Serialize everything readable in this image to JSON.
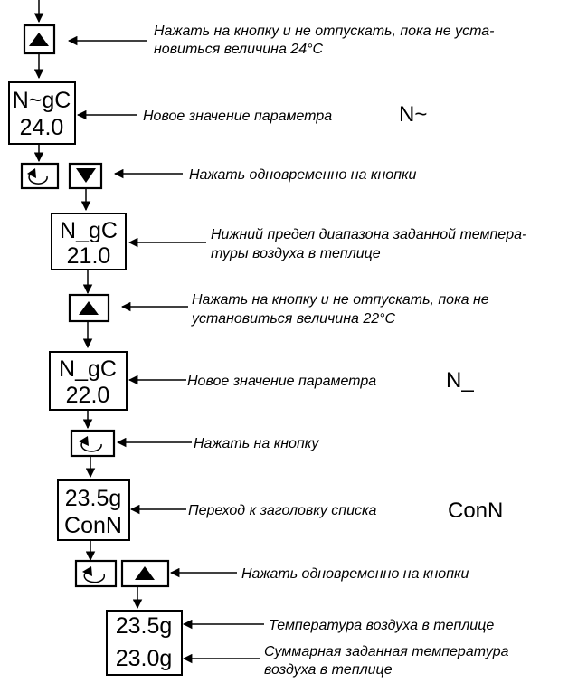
{
  "steps": [
    {
      "button": "up-icon",
      "note_lines": [
        "Нажать на кнопку и не отпускать, пока не уста-",
        "новиться величина 24°С"
      ]
    },
    {
      "display": [
        "N~gC",
        "24.0"
      ],
      "note_lines": [
        "Новое значение параметра"
      ],
      "param_code": "N~"
    },
    {
      "buttons": [
        "enter-icon",
        "down-icon"
      ],
      "note_lines": [
        "Нажать одновременно на кнопки"
      ]
    },
    {
      "display": [
        "N_gC",
        "21.0"
      ],
      "note_lines": [
        "Нижний предел диапазона заданной темпера-",
        "туры воздуха в теплице"
      ]
    },
    {
      "button": "up-icon",
      "note_lines": [
        "Нажать на кнопку и не отпускать, пока не",
        "установиться величина 22°С"
      ]
    },
    {
      "display": [
        "N_gC",
        "22.0"
      ],
      "note_lines": [
        "Новое значение параметра"
      ],
      "param_code": "N_"
    },
    {
      "button": "enter-icon",
      "note_lines": [
        "Нажать на кнопку"
      ]
    },
    {
      "display": [
        "23.5g",
        "ConN"
      ],
      "note_lines": [
        "Переход к заголовку списка"
      ],
      "param_code": "ConN"
    },
    {
      "buttons": [
        "enter-icon",
        "up-icon"
      ],
      "note_lines": [
        "Нажать одновременно на кнопки"
      ]
    },
    {
      "display": [
        "23.5g",
        "23.0g"
      ],
      "line_notes": [
        [
          "Температура воздуха в теплице"
        ],
        [
          "Суммарная заданная температура",
          "воздуха в теплице"
        ]
      ]
    }
  ]
}
